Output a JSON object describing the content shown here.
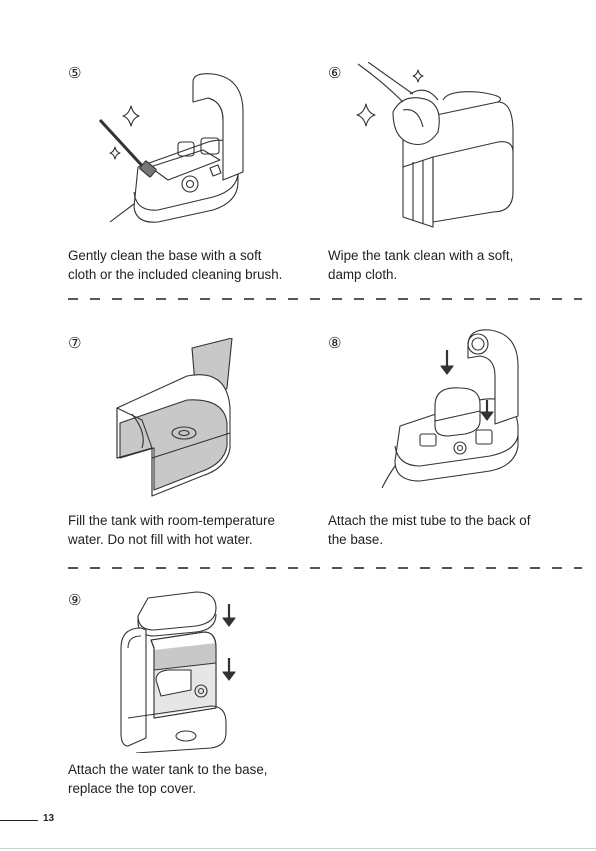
{
  "steps": [
    {
      "number": "⑤",
      "line1": "Gently clean the base with a soft",
      "line2": "cloth or the included cleaning brush."
    },
    {
      "number": "⑥",
      "line1": "Wipe the tank clean with a soft,",
      "line2": "damp cloth."
    },
    {
      "number": "⑦",
      "line1": "Fill the tank with room-temperature",
      "line2": "water. Do not fill with hot water."
    },
    {
      "number": "⑧",
      "line1": "Attach the mist tube to the back of",
      "line2": "the base."
    },
    {
      "number": "⑨",
      "line1": "Attach the water tank to the base,",
      "line2": "replace the top cover."
    }
  ],
  "page_number": "13",
  "colors": {
    "line": "#333333",
    "water": "#c8c8c8",
    "text": "#222222"
  }
}
